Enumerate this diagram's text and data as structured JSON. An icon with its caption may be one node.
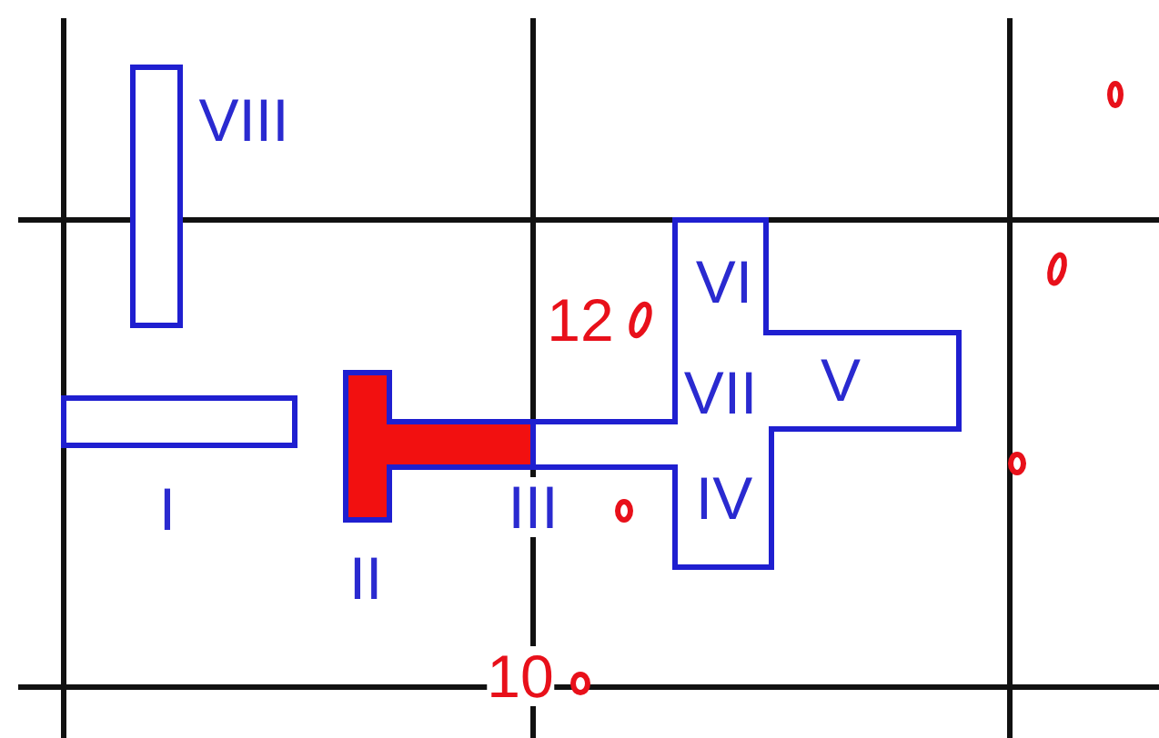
{
  "diagram": {
    "labels": [
      "VIII",
      "12",
      "VI",
      "VII",
      "V",
      "I",
      "III",
      "IV",
      "II",
      "10"
    ]
  }
}
